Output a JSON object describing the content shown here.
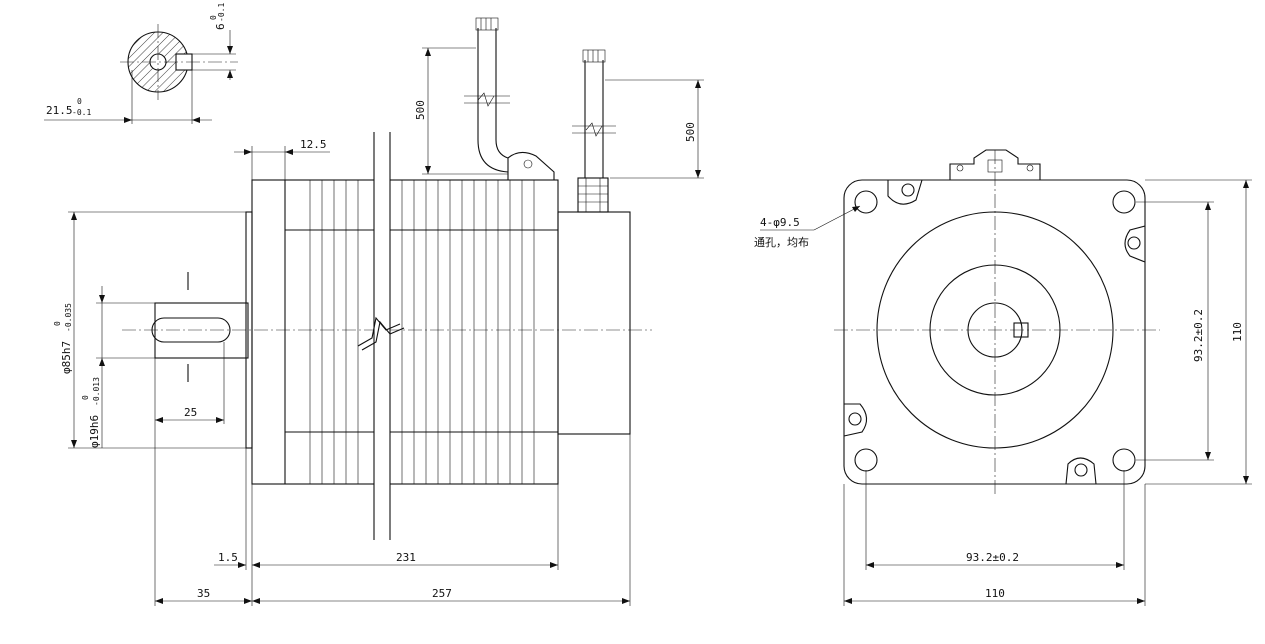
{
  "drawing": {
    "shaft_section": {
      "key_depth_dim": "6",
      "key_depth_tol_upper": "0",
      "key_depth_tol_lower": "-0.1",
      "flat_dim": "21.5",
      "flat_tol_upper": "0",
      "flat_tol_lower": "-0.1"
    },
    "side_view": {
      "lead_length_1": "500",
      "lead_length_2": "500",
      "flange_step": "12.5",
      "pilot_diameter": "φ85h7",
      "pilot_tol_upper": "0",
      "pilot_tol_lower": "-0.035",
      "shaft_diameter": "φ19h6",
      "shaft_tol_upper": "0",
      "shaft_tol_lower": "-0.013",
      "key_length": "25",
      "flange_thickness": "1.5",
      "body_length": "231",
      "shaft_length": "35",
      "total_length": "257"
    },
    "end_view": {
      "hole_callout": "4-φ9.5",
      "hole_note": "通孔，均布",
      "bolt_pitch_vertical": "93.2±0.2",
      "bolt_pitch_horizontal": "93.2±0.2",
      "height": "110",
      "width": "110"
    }
  }
}
